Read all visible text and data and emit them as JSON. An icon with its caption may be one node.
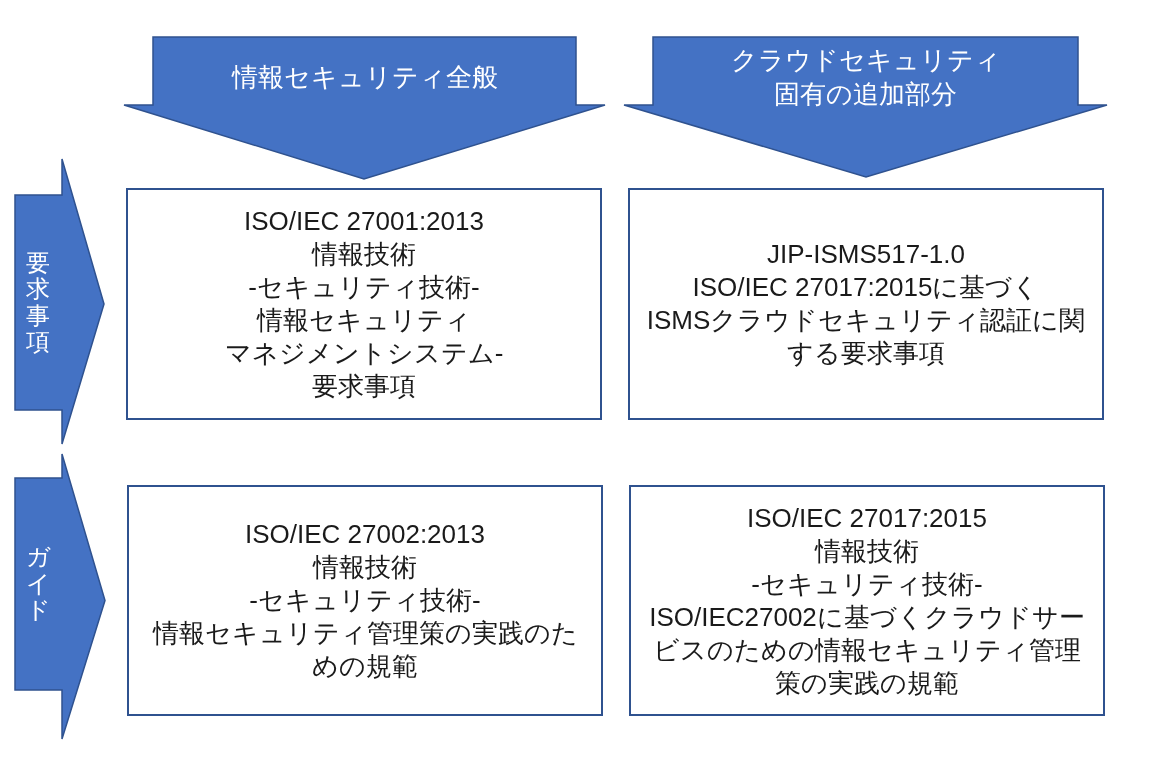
{
  "diagram": {
    "nodes": [
      {
        "text": [
          "情報セキュリティ全般"
        ]
      },
      {
        "text": [
          "クラウドセキュリティ固有の追加部分"
        ]
      },
      {
        "text": [
          "要求事項"
        ]
      },
      {
        "text": [
          "ISO/IEC 27001:2013",
          "情報技術",
          "-セキュリティ技術-",
          "情報セキュリティ",
          "マネジメントシステム-",
          "要求事項"
        ]
      },
      {
        "text": [
          "JIP-ISMS517-1.0",
          "ISO/IEC 27017:2015に基づく",
          "ISMSクラウドセキュリティ認証に関する要求事項"
        ]
      },
      {
        "text": [
          "ガイド"
        ]
      },
      {
        "text": [
          "ISO/IEC 27002:2013",
          "情報技術",
          "-セキュリティ技術-",
          "情報セキュリティ管理策の実践のための規範"
        ]
      },
      {
        "text": [
          "ISO/IEC 27017:2015",
          "情報技術",
          "-セキュリティ技術-",
          "ISO/IEC27002に基づくクラウドサービスのための情報セキュリティ管理策の実践の規範"
        ]
      }
    ],
    "edges": [
      {
        "from": null,
        "to": 3,
        "arrow": "to",
        "style": "thick"
      },
      {
        "from": null,
        "to": 4,
        "arrow": "to",
        "style": "thick"
      },
      {
        "from": null,
        "to": 3,
        "arrow": "to",
        "style": "thick"
      },
      {
        "from": null,
        "to": 6,
        "arrow": "to",
        "style": "thick"
      }
    ]
  }
}
